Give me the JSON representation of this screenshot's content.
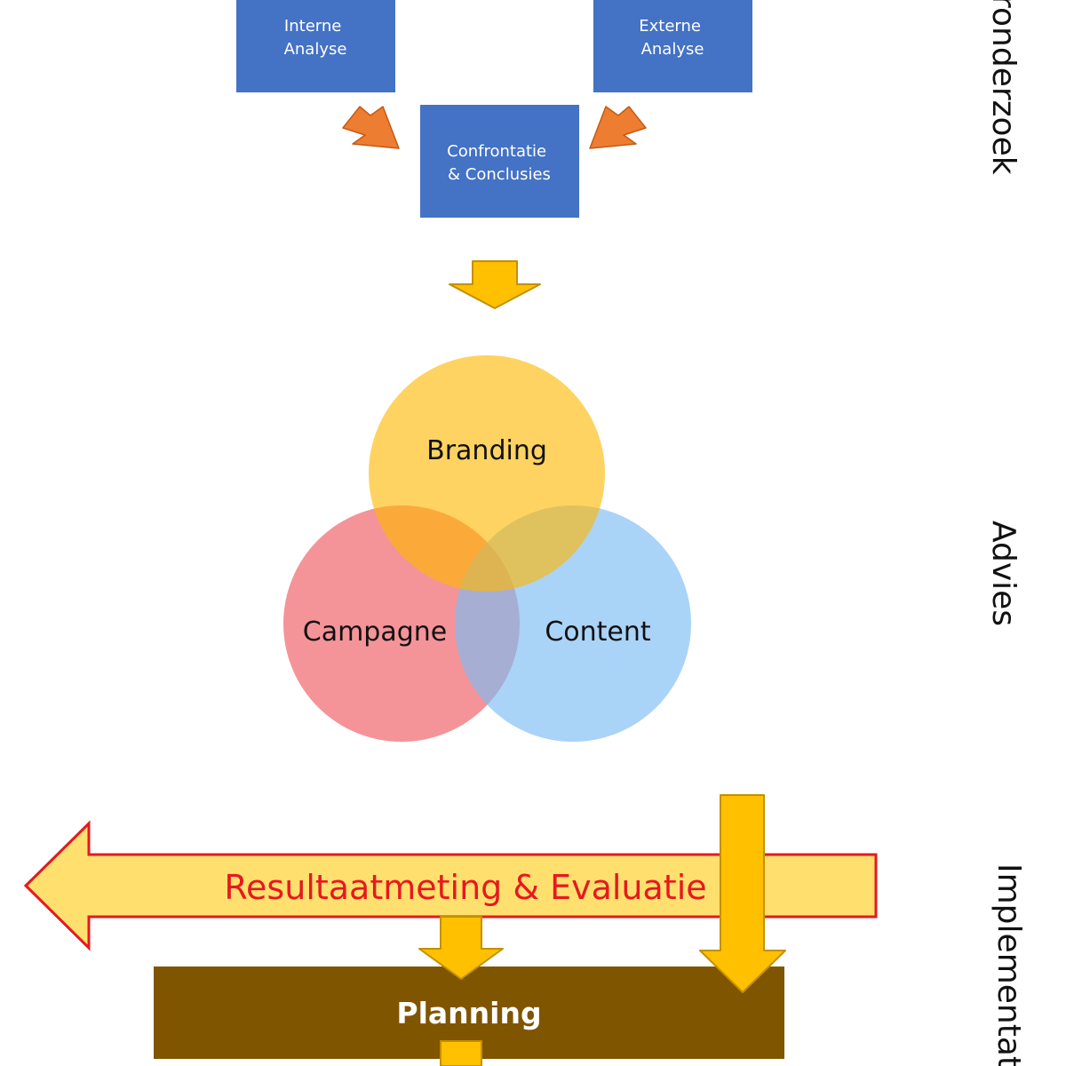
{
  "phases": {
    "vooronderzoek": "ronderzoek",
    "advies": "Advies",
    "implementatie": "Implementati"
  },
  "boxes": {
    "interne": [
      "Interne",
      "Analyse"
    ],
    "externe": [
      "Externe",
      "Analyse"
    ],
    "confrontatie": [
      "Confrontatie",
      "& Conclusies"
    ]
  },
  "venn": {
    "branding": "Branding",
    "campagne": "Campagne",
    "content": "Content"
  },
  "banner": {
    "label": "Resultaatmeting & Evaluatie"
  },
  "planning": {
    "label": "Planning"
  },
  "colors": {
    "box_blue": "#4472c4",
    "small_arrow_orange": "#ed7d31",
    "flow_arrow_yellow": "#ffc000",
    "branding_circle": "#ffc000",
    "campagne_circle": "#f4878c",
    "content_circle": "#9dcef7",
    "banner_fill": "#ffe06e",
    "banner_stroke": "#e6191f",
    "banner_text": "#e6191f",
    "planning_fill": "#7f5500"
  }
}
